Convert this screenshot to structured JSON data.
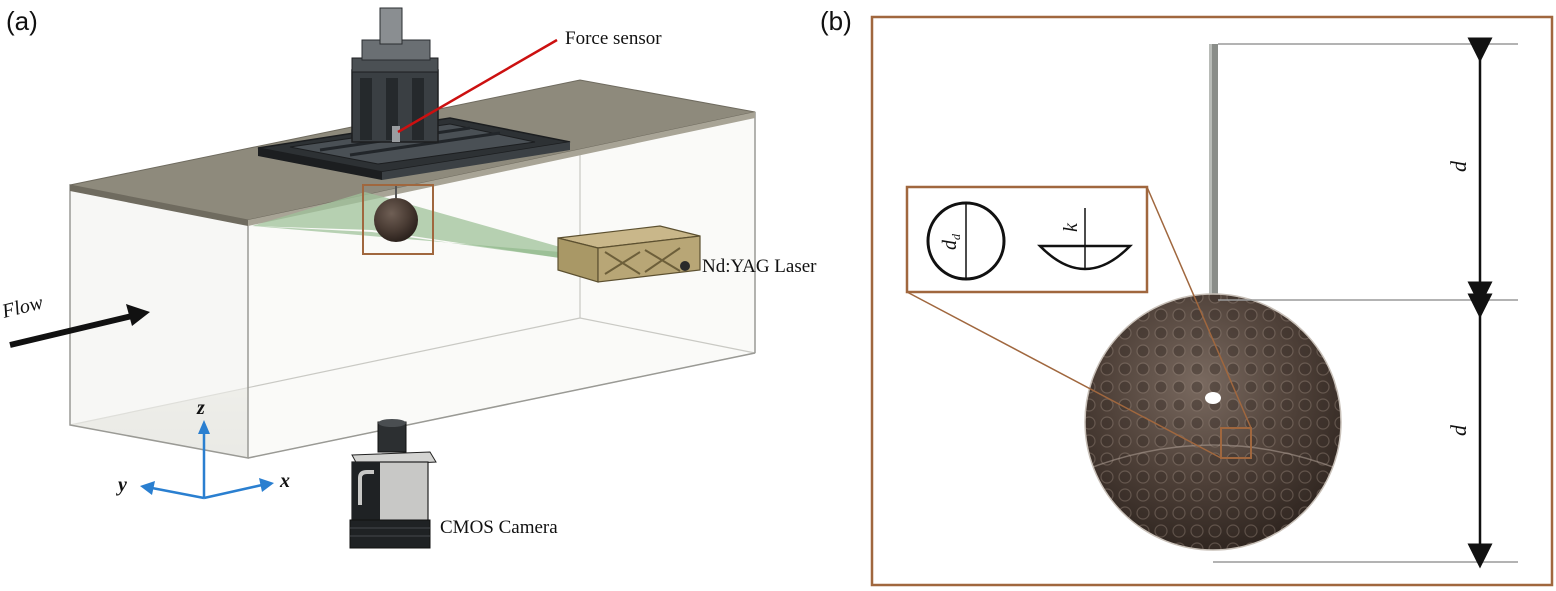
{
  "panels": {
    "a": {
      "label": "(a)",
      "flow_label": "Flow",
      "force_sensor_label": "Force sensor",
      "laser_label": "Nd:YAG Laser",
      "camera_label": "CMOS Camera",
      "axes": {
        "x": "x",
        "y": "y",
        "z": "z"
      }
    },
    "b": {
      "label": "(b)",
      "dimple_diameter_label": "d",
      "dimple_diameter_sub": "d",
      "dimple_depth_label": "k",
      "dim_upper_label": "d",
      "dim_lower_label": "d"
    }
  },
  "colors": {
    "frame_brown": "#a0673e",
    "laser_sheet": "#9fc29a",
    "tank_top": "#8e8a7c",
    "axis_blue": "#2a7fd0",
    "sensor_line": "#cc1010",
    "sphere": "#5a4a40"
  }
}
